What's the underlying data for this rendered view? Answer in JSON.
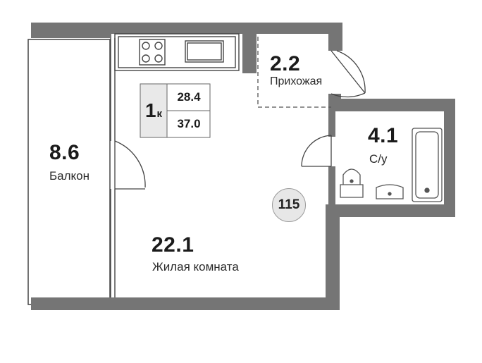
{
  "unit": {
    "number": "115"
  },
  "summary": {
    "rooms_number": "1",
    "rooms_suffix": "к",
    "living_area": "28.4",
    "total_area": "37.0"
  },
  "rooms": {
    "balcony": {
      "area": "8.6",
      "name": "Балкон"
    },
    "hallway": {
      "area": "2.2",
      "name": "Прихожая"
    },
    "bathroom": {
      "area": "4.1",
      "name": "С/у"
    },
    "living": {
      "area": "22.1",
      "name": "Жилая комната"
    }
  },
  "colors": {
    "wall": "#757575",
    "line": "#444444",
    "summary_tint": "#e9e9e9"
  }
}
